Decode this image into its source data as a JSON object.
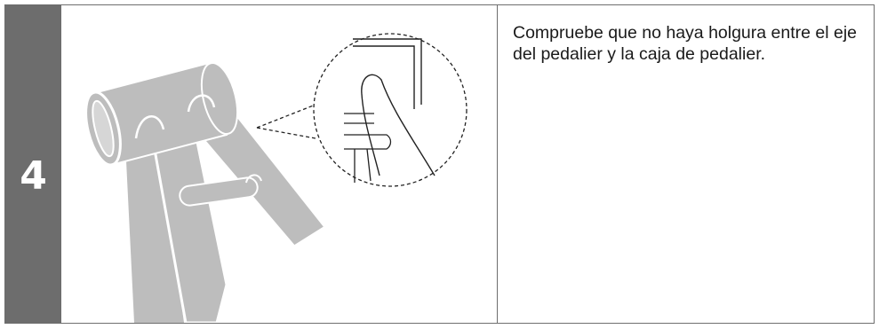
{
  "step": {
    "number": "4",
    "instruction": "Compruebe que no haya holgura entre el eje del pedalier y la caja de pedalier."
  },
  "colors": {
    "step_bar": "#6d6d6d",
    "frame_tube": "#bdbdbd",
    "border": "#6e6e6e"
  },
  "icons": {
    "main": "bicycle-bottom-bracket-illustration",
    "detail": "finger-check-detail-callout"
  }
}
